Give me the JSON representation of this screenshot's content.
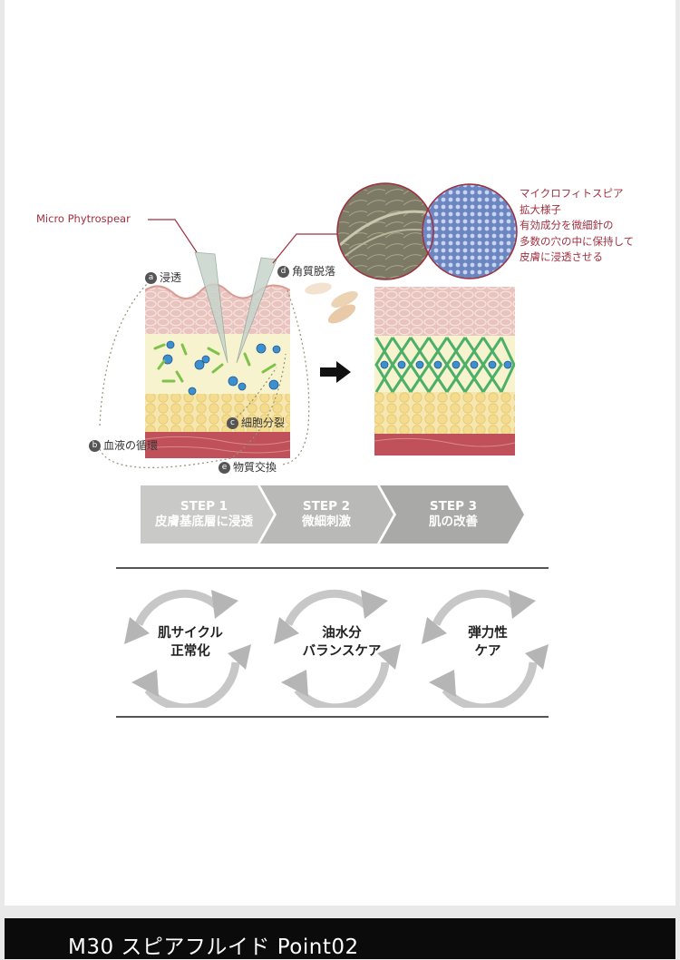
{
  "diagram": {
    "micro_label": "Micro Phytrospear",
    "callout_lines": [
      "マイクロフィトスピア",
      "拡大様子",
      "有効成分を微細針の",
      "多数の穴の中に保持して",
      "皮膚に浸透させる"
    ],
    "labels": {
      "a": {
        "badge": "a",
        "text": "浸透"
      },
      "b": {
        "badge": "b",
        "text": "血液の循環"
      },
      "c": {
        "badge": "c",
        "text": "細胞分裂"
      },
      "d": {
        "badge": "d",
        "text": "角質脱落"
      },
      "e": {
        "badge": "e",
        "text": "物質交換"
      }
    }
  },
  "steps": [
    {
      "title": "STEP 1",
      "sub": "皮膚基底層に浸透"
    },
    {
      "title": "STEP 2",
      "sub": "微細刺激"
    },
    {
      "title": "STEP 3",
      "sub": "肌の改善"
    }
  ],
  "cycles": [
    {
      "line1": "肌サイクル",
      "line2": "正常化"
    },
    {
      "line1": "油水分",
      "line2": "バランスケア"
    },
    {
      "line1": "弾力性",
      "line2": "ケア"
    }
  ],
  "footer": {
    "title": "M30 スピアフルイド Point02"
  },
  "colors": {
    "accent": "#a03040",
    "step1": "#c9c9c7",
    "step2": "#b9b9b7",
    "step3": "#a9a9a7",
    "footer_bg": "#0b0b0b"
  }
}
